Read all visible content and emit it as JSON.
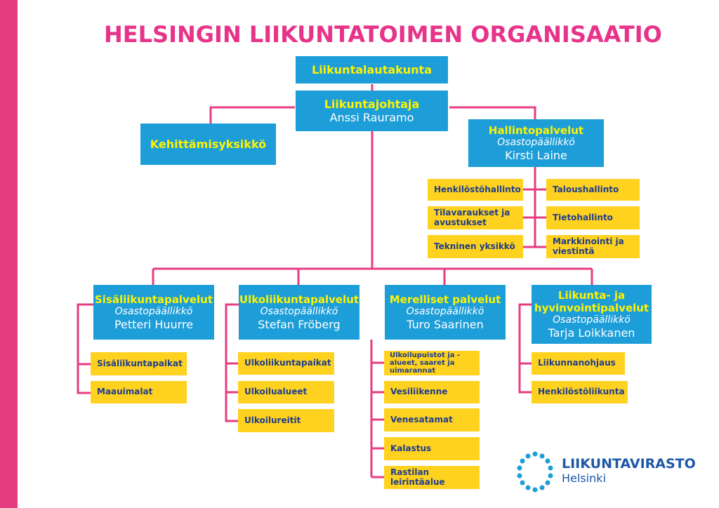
{
  "title": "HELSINGIN LIIKUNTATOIMEN ORGANISAATIO",
  "board": "Liikuntalautakunta",
  "director": {
    "title": "Liikuntajohtaja",
    "name": "Anssi Rauramo"
  },
  "dev_unit": "Kehittämisyksikkö",
  "admin": {
    "name": "Hallintopalvelut",
    "role": "Osastopäällikkö",
    "person": "Kirsti Laine",
    "left_units": [
      "Henkilöstöhallinto",
      "Tilavaraukset ja avustukset",
      "Tekninen yksikkö"
    ],
    "right_units": [
      "Taloushallinto",
      "Tietohallinto",
      "Markkinointi ja viestintä"
    ]
  },
  "departments": [
    {
      "name": "Sisäliikuntapalvelut",
      "role": "Osastopäällikkö",
      "person": "Petteri Huurre",
      "units": [
        "Sisäliikuntapaikat",
        "Maauimalat"
      ]
    },
    {
      "name": "Ulkoliikuntapalvelut",
      "role": "Osastopäällikkö",
      "person": "Stefan Fröberg",
      "units": [
        "Ulkoliikuntapaikat",
        "Ulkoilualueet",
        "Ulkoilureitit"
      ]
    },
    {
      "name": "Merelliset palvelut",
      "role": "Osastopäällikkö",
      "person": "Turo Saarinen",
      "units": [
        "Ulkoilupuistot ja -alueet, saaret ja uimarannat",
        "Vesiliikenne",
        "Venesatamat",
        "Kalastus",
        "Rastilan leirintäalue"
      ]
    },
    {
      "name": "Liikunta- ja hyvinvointipalvelut",
      "role": "Osastopäällikkö",
      "person": "Tarja Loikkanen",
      "units": [
        "Liikunnanohjaus",
        "Henkilöstöliikunta"
      ]
    }
  ],
  "logo": {
    "name": "LIIKUNTAVIRASTO",
    "city": "Helsinki"
  },
  "colors": {
    "accent": "#e63c82",
    "box_blue": "#1d9ed8",
    "box_yellow": "#ffd21f",
    "header_text": "#fff200",
    "unit_text": "#1f3d8c"
  }
}
